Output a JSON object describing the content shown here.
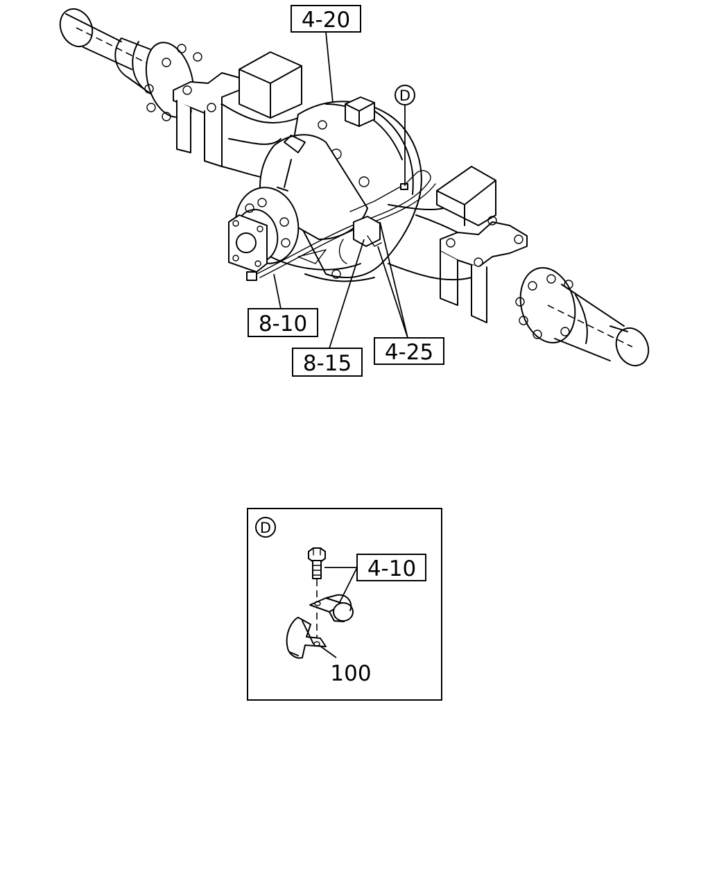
{
  "callouts": {
    "c_4_20": "4-20",
    "c_8_10": "8-10",
    "c_8_15": "8-15",
    "c_4_25": "4-25",
    "c_4_10": "4-10",
    "c_100": "100"
  },
  "detail_markers": {
    "main": "D",
    "inset": "D"
  }
}
